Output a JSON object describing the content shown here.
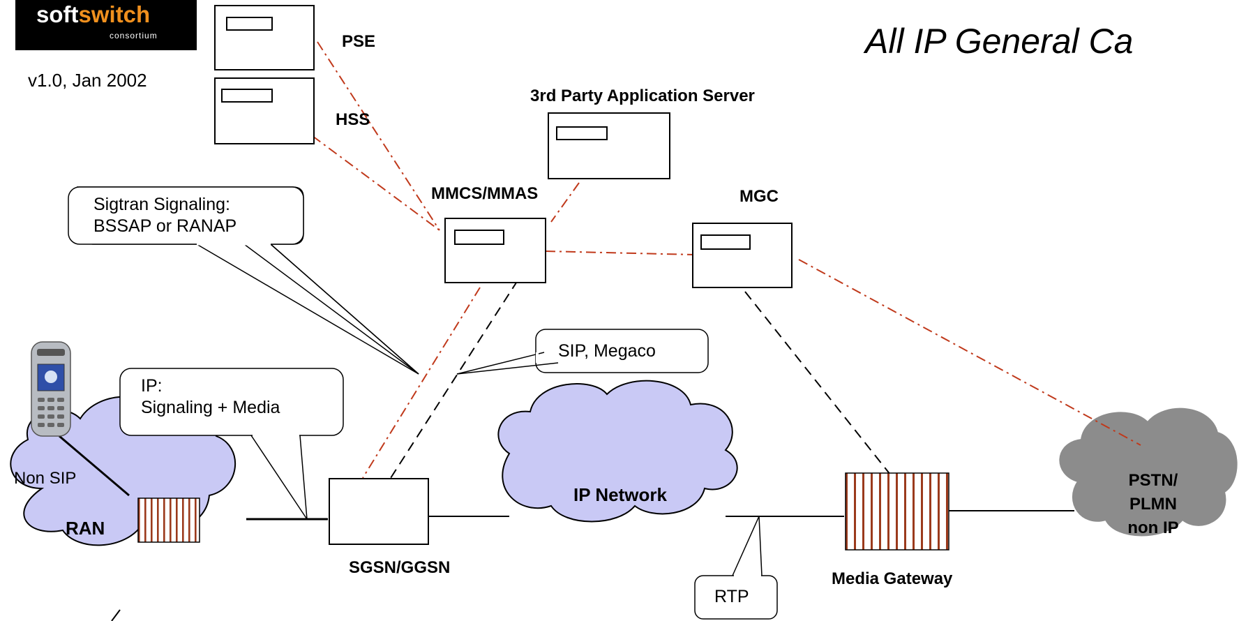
{
  "logo": {
    "word_soft": "soft",
    "word_switch": "switch",
    "sub": "consortium"
  },
  "version": "v1.0, Jan 2002",
  "title_partial": "All IP  General Ca",
  "nodes": {
    "pse": "PSE",
    "hss": "HSS",
    "app_server": "3rd Party Application Server",
    "mmcs": "MMCS/MMAS",
    "mgc": "MGC",
    "sgsn": "SGSN/GGSN",
    "media_gateway": "Media Gateway",
    "ip_network": "IP Network",
    "ran": "RAN",
    "pstn": [
      "PSTN/",
      "PLMN",
      "non IP"
    ],
    "non_sip": "Non SIP"
  },
  "callouts": {
    "sigtran": [
      "Sigtran Signaling:",
      "BSSAP or RANAP"
    ],
    "sip": "SIP, Megaco",
    "ip": [
      "IP:",
      "Signaling + Media"
    ],
    "rtp": "RTP"
  },
  "colors": {
    "signaling_line": "#c0391b",
    "cloud_fill": "#c9c9f5",
    "pstn_fill": "#8c8c8c",
    "gateway_stripe": "#9b3a1c"
  }
}
